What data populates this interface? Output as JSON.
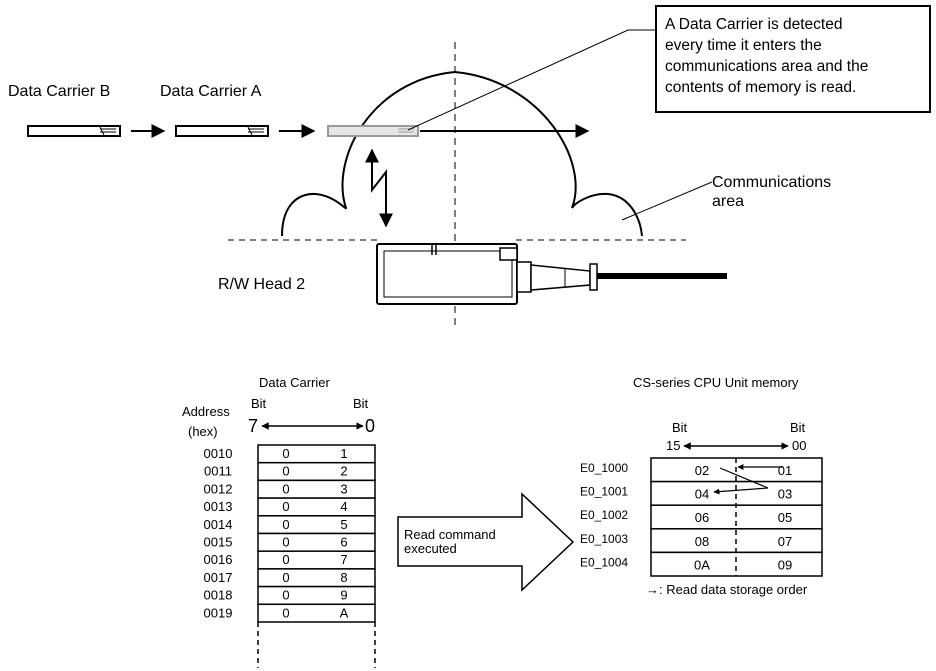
{
  "top": {
    "carrier_b_label": "Data Carrier B",
    "carrier_a_label": "Data Carrier A",
    "callout_lines": [
      "A Data Carrier is detected",
      "every time it enters the",
      "communications area and the",
      "contents of memory is read."
    ],
    "comm_area_lines": [
      "Communications",
      "area"
    ],
    "head_label": "R/W Head 2"
  },
  "carrier_memory": {
    "title": "Data Carrier",
    "address_header": [
      "Address",
      "(hex)"
    ],
    "bit_left_label": "Bit",
    "bit_left_num": "7",
    "bit_right_label": "Bit",
    "bit_right_num": "0",
    "rows": [
      {
        "addr": "0010",
        "hi": "0",
        "lo": "1"
      },
      {
        "addr": "0011",
        "hi": "0",
        "lo": "2"
      },
      {
        "addr": "0012",
        "hi": "0",
        "lo": "3"
      },
      {
        "addr": "0013",
        "hi": "0",
        "lo": "4"
      },
      {
        "addr": "0014",
        "hi": "0",
        "lo": "5"
      },
      {
        "addr": "0015",
        "hi": "0",
        "lo": "6"
      },
      {
        "addr": "0016",
        "hi": "0",
        "lo": "7"
      },
      {
        "addr": "0017",
        "hi": "0",
        "lo": "8"
      },
      {
        "addr": "0018",
        "hi": "0",
        "lo": "9"
      },
      {
        "addr": "0019",
        "hi": "0",
        "lo": "A"
      }
    ]
  },
  "read_command": {
    "lines": [
      "Read command",
      "executed"
    ]
  },
  "cpu_memory": {
    "title": "CS-series CPU Unit memory",
    "bit_left_label": "Bit",
    "bit_left_num": "15",
    "bit_right_label": "Bit",
    "bit_right_num": "00",
    "rows": [
      {
        "addr": "E0_1000",
        "left": "02",
        "right": "01"
      },
      {
        "addr": "E0_1001",
        "left": "04",
        "right": "03"
      },
      {
        "addr": "E0_1002",
        "left": "06",
        "right": "05"
      },
      {
        "addr": "E0_1003",
        "left": "08",
        "right": "07"
      },
      {
        "addr": "E0_1004",
        "left": "0A",
        "right": "09"
      }
    ],
    "footnote": "→: Read data storage order"
  }
}
